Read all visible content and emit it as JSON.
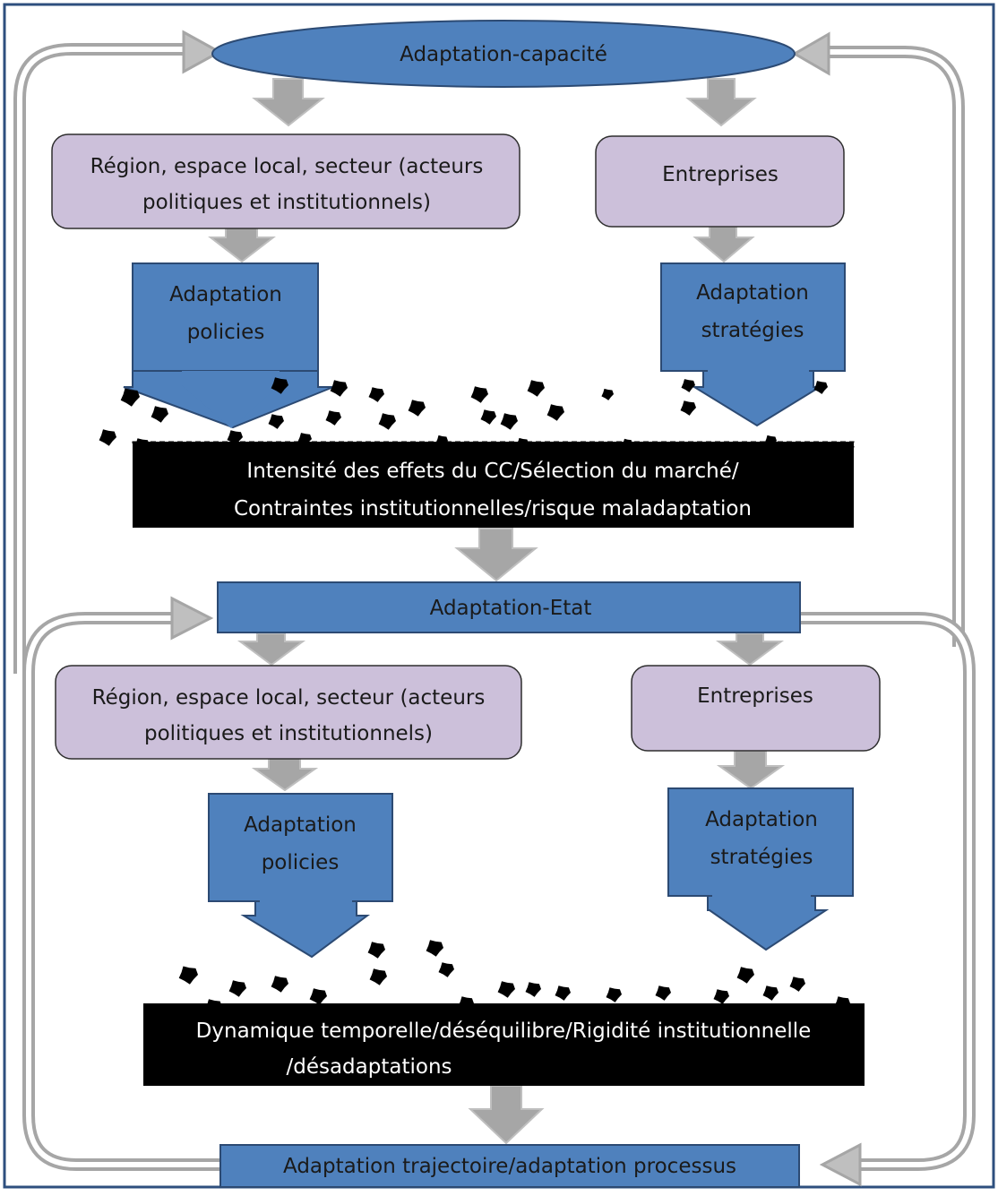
{
  "colors": {
    "frame": "#2e4f7e",
    "blue_fill": "#4f81bd",
    "blue_stroke": "#2c4a73",
    "lavender_fill": "#ccc0da",
    "arrow_gray": "#a6a6a6",
    "arrow_gray_light": "#bfbfbf",
    "noise": "#000000"
  },
  "top": {
    "capacity_label": "Adaptation-capacité",
    "region_label_line1": "Région, espace local, secteur (acteurs",
    "region_label_line2": "politiques et institutionnels)",
    "firms_label": "Entreprises",
    "policies_line1": "Adaptation",
    "policies_line2": "policies",
    "strategies_line1": "Adaptation",
    "strategies_line2": "stratégies",
    "constraint_line1": "Intensité des effets du CC/Sélection du marché/",
    "constraint_line2": "Contraintes institutionnelles/risque maladaptation"
  },
  "middle": {
    "state_label": "Adaptation-Etat"
  },
  "bottom": {
    "region_label_line1": "Région, espace local, secteur (acteurs",
    "region_label_line2": "politiques et institutionnels)",
    "firms_label": "Entreprises",
    "policies_line1": "Adaptation",
    "policies_line2": "policies",
    "strategies_line1": "Adaptation",
    "strategies_line2": "stratégies",
    "constraint_line1": "Dynamique temporelle/déséquilibre/Rigidité institutionnelle",
    "constraint_line2": "/désadaptations",
    "trajectory_label": "Adaptation trajectoire/adaptation processus"
  }
}
